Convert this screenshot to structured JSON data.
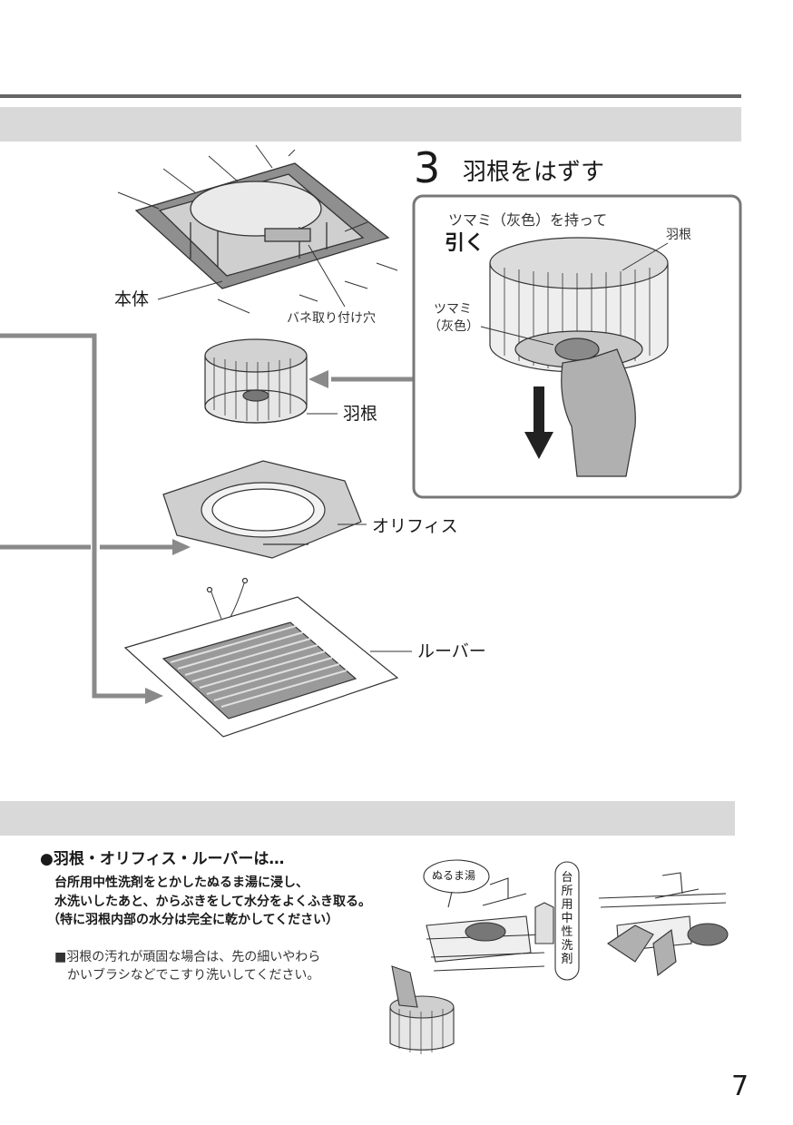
{
  "section": {
    "step_number": "3",
    "step_title": "羽根をはずす"
  },
  "callout": {
    "instruction_line1": "ツマミ（灰色）を持って",
    "instruction_line2": "引く",
    "label_blade": "羽根",
    "label_knob_line1": "ツマミ",
    "label_knob_line2": "（灰色）"
  },
  "parts": {
    "body": "本体",
    "spring_hole": "バネ取り付け穴",
    "blade": "羽根",
    "orifice": "オリフィス",
    "louver": "ルーバー"
  },
  "cleaning": {
    "heading": "●羽根・オリフィス・ルーバーは…",
    "lines": [
      "台所用中性洗剤をとかしたぬるま湯に浸し、",
      "水洗いしたあと、からぶきをして水分をよくふき取る。",
      "（特に羽根内部の水分は完全に乾かしてください）"
    ],
    "note_lines": [
      "■羽根の汚れが頑固な場合は、先の細いやわら",
      "　かいブラシなどでこすり洗いしてください。"
    ],
    "bubble_warm_water": "ぬるま湯",
    "detergent_label": "台所用中性洗剤"
  },
  "page_number": "7"
}
